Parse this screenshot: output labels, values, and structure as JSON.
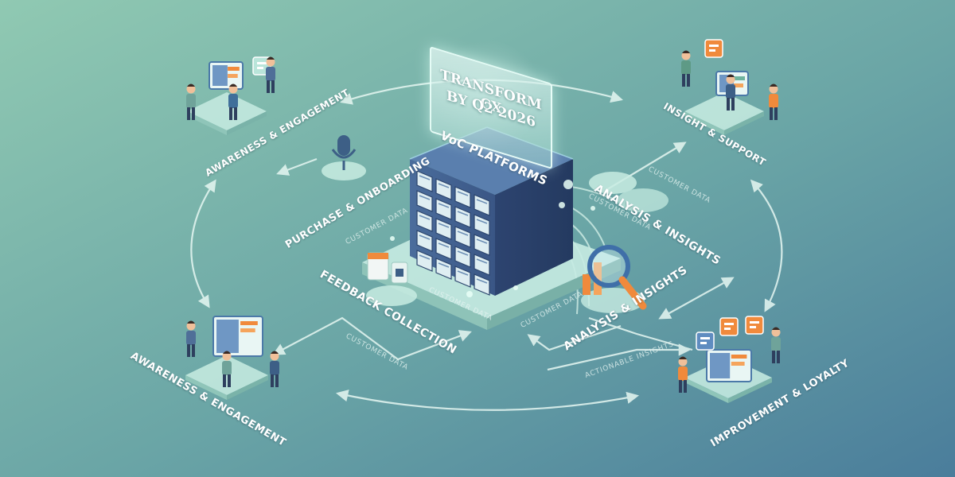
{
  "center": {
    "goal_line1": "TRANSFORM CX",
    "goal_line2": "BY Q2 2026",
    "platform": "VoC PLATFORMS"
  },
  "stages": {
    "awareness_top": "AWARENESS & ENGAGEMENT",
    "purchase": "PURCHASE & ONBOARDING",
    "insight_support": "INSIGHT & SUPPORT",
    "analysis_right": "ANALYSIS & INSIGHTS",
    "analysis_center": "ANALYSIS & INSIGHTS",
    "feedback": "FEEDBACK COLLECTION",
    "awareness_bottom": "AWARENESS & ENGAGEMENT",
    "improvement": "IMPROVEMENT & LOYALTY"
  },
  "flow_labels": {
    "customer_data_1": "CUSTOMER DATA",
    "customer_data_2": "CUSTOMER DATA",
    "customer_data_3": "CUSTOMER DATA",
    "customer_data_4": "CUSTOMER DATA",
    "customer_data_5": "CUSTOMER DATA",
    "customer_data_6": "CUSTOMER DATA",
    "actionable_insights": "ACTIONABLE INSIGHTS"
  },
  "colors": {
    "bg_top_left": "#8ec7b0",
    "bg_bottom_right": "#4a7f9c",
    "server_dark": "#2e4670",
    "server_mid": "#3f5d8c",
    "accent_orange": "#f08a3c",
    "glow": "#d8fff2"
  },
  "icons": [
    "microphone-icon",
    "magnifier-icon",
    "calendar-icon",
    "chart-icon",
    "mail-icon",
    "chat-icon"
  ]
}
